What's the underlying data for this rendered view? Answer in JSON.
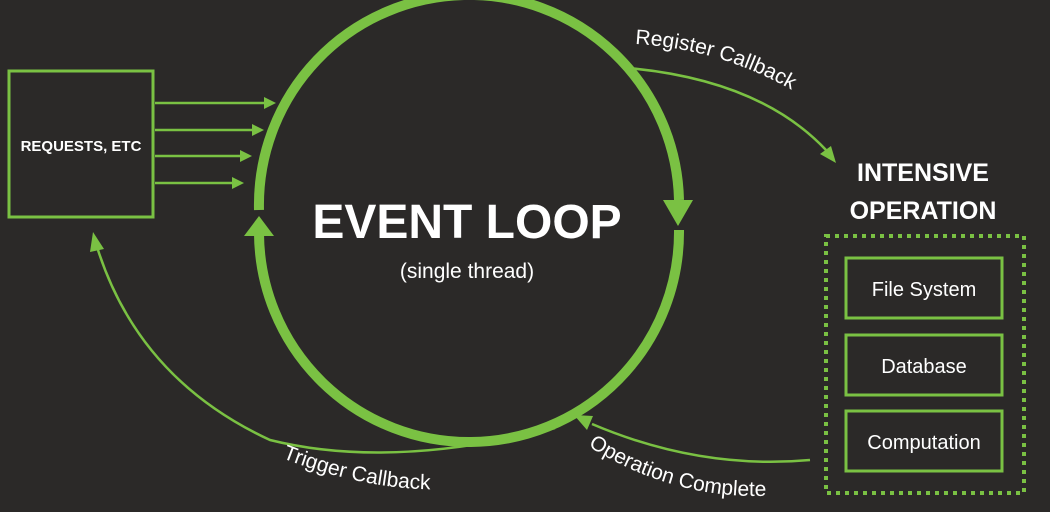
{
  "requests_box": {
    "label": "REQUESTS, ETC"
  },
  "event_loop": {
    "title": "EVENT LOOP",
    "subtitle": "(single thread)"
  },
  "edges": {
    "register_callback": "Register Callback",
    "trigger_callback": "Trigger Callback",
    "operation_complete": "Operation Complete"
  },
  "intensive_operation": {
    "title_line1": "INTENSIVE",
    "title_line2": "OPERATION",
    "items": [
      "File System",
      "Database",
      "Computation"
    ]
  },
  "colors": {
    "background": "#2b2928",
    "accent": "#7ac143",
    "text": "#ffffff"
  }
}
